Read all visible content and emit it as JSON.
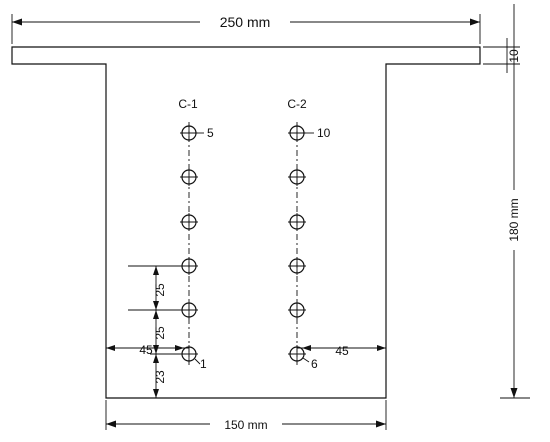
{
  "dimensions": {
    "flange_width": "250 mm",
    "flange_thickness": "10",
    "total_height": "180 mm",
    "web_width": "150 mm",
    "left_edge": "45",
    "right_edge": "45",
    "bottom_edge": "23",
    "spacing_1": "25",
    "spacing_2": "25"
  },
  "columns": [
    {
      "label": "C-1",
      "top_hole": "5",
      "bottom_hole": "1"
    },
    {
      "label": "C-2",
      "top_hole": "10",
      "bottom_hole": "6"
    }
  ]
}
